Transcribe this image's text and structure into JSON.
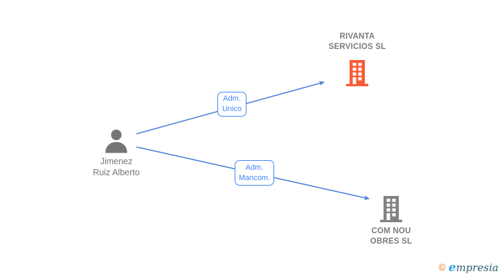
{
  "person": {
    "name_line1": "Jimenez",
    "name_line2": "Ruiz Alberto"
  },
  "companies": [
    {
      "name_line1": "RIVANTA",
      "name_line2": "SERVICIOS  SL"
    },
    {
      "name_line1": "COM NOU",
      "name_line2": "OBRES  SL"
    }
  ],
  "edges": [
    {
      "label_line1": "Adm.",
      "label_line2": "Unico"
    },
    {
      "label_line1": "Adm.",
      "label_line2": "Mancom."
    }
  ],
  "icons": {
    "person": "person-icon",
    "company_top": "building-icon",
    "company_bottom": "building-icon"
  },
  "colors": {
    "edge_blue": "#4a80d9",
    "label_blue": "#4285f4",
    "company_orange": "#fb5a35",
    "company_gray": "#828282",
    "person_gray": "#757575",
    "text_gray": "#757575"
  },
  "footer": {
    "copyright_symbol": "©",
    "brand_initial": "e",
    "brand_rest": "mpresia"
  }
}
